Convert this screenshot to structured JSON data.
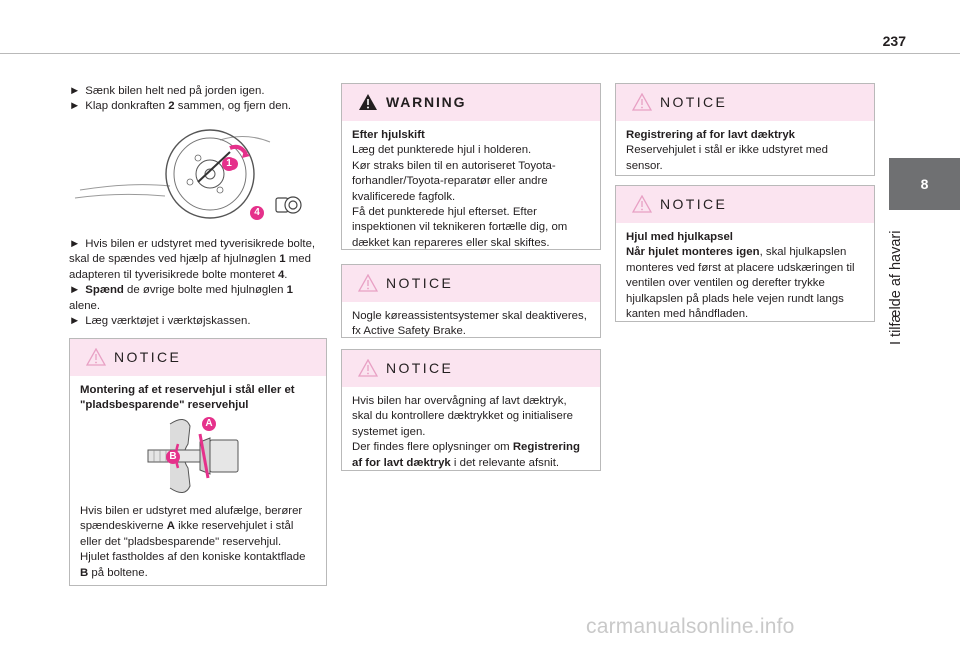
{
  "page": {
    "number": "237",
    "section_number": "8",
    "section_title": "I tilfælde af havari"
  },
  "col1": {
    "intro_steps": [
      {
        "bullet": "►",
        "parts": [
          "Sænk bilen helt ned på jorden igen."
        ]
      },
      {
        "bullet": "►",
        "parts": [
          "Klap donkraften ",
          "2",
          " sammen, og fjern den."
        ]
      }
    ],
    "illustration1": {
      "callout_1": "1",
      "callout_4": "4"
    },
    "steps": [
      {
        "bullet": "►",
        "parts": [
          "Hvis bilen er udstyret med tyverisikrede bolte, skal de spændes ved hjælp af hjulnøglen ",
          "1",
          " med adapteren til tyverisikrede bolte monteret ",
          "4",
          "."
        ]
      },
      {
        "bullet": "►",
        "parts": [
          "",
          "Spænd",
          " de øvrige bolte med hjulnøglen ",
          "1",
          " alene."
        ]
      },
      {
        "bullet": "►",
        "parts": [
          "Læg værktøjet i værktøjskassen."
        ]
      }
    ],
    "notice": {
      "label": "NOTICE",
      "title": "Montering af et reservehjul i stål eller et \"pladsbesparende\" reservehjul",
      "illustration": {
        "callout_a": "A",
        "callout_b": "B"
      },
      "body_parts": [
        "Hvis bilen er udstyret med alufælge, berører spændeskiverne ",
        "A",
        " ikke reservehjulet i stål eller det \"pladsbesparende\" reservehjul.",
        "Hjulet fastholdes af den koniske kontaktflade ",
        "B",
        " på boltene."
      ]
    }
  },
  "col2": {
    "warning": {
      "label": "WARNING",
      "title": "Efter hjulskift",
      "lines": [
        "Læg det punkterede hjul i holderen.",
        "Kør straks bilen til en autoriseret Toyota-forhandler/Toyota-reparatør eller andre kvalificerede fagfolk.",
        "Få det punkterede hjul efterset. Efter inspektionen vil teknikeren fortælle dig, om dækket kan repareres eller skal skiftes."
      ]
    },
    "notice1": {
      "label": "NOTICE",
      "text": "Nogle køreassistentsystemer skal deaktiveres, fx Active Safety Brake."
    },
    "notice2": {
      "label": "NOTICE",
      "text1": "Hvis bilen har overvågning af lavt dæktryk, skal du kontrollere dæktrykket og initialisere systemet igen.",
      "text2_parts": [
        "Der findes flere oplysninger om ",
        "Registrering af for lavt dæktryk",
        " i det relevante afsnit."
      ]
    }
  },
  "col3": {
    "notice1": {
      "label": "NOTICE",
      "title": "Registrering af for lavt dæktryk",
      "text": "Reservehjulet i stål er ikke udstyret med sensor."
    },
    "notice2": {
      "label": "NOTICE",
      "title": "Hjul med hjulkapsel",
      "body_parts": [
        "Når hjulet monteres igen",
        ", skal hjulkapslen monteres ved først at placere udskæringen til ventilen over ventilen og derefter trykke hjulkapslen på plads hele vejen rundt langs kanten med håndfladen."
      ]
    }
  },
  "watermark": "carmanualsonline.info",
  "colors": {
    "notice_header": "#fbe4f0",
    "accent_magenta": "#e5318b",
    "warning_triangle": "#231f20",
    "notice_triangle": "#e8a0c4",
    "tab_bg": "#6f7072"
  }
}
